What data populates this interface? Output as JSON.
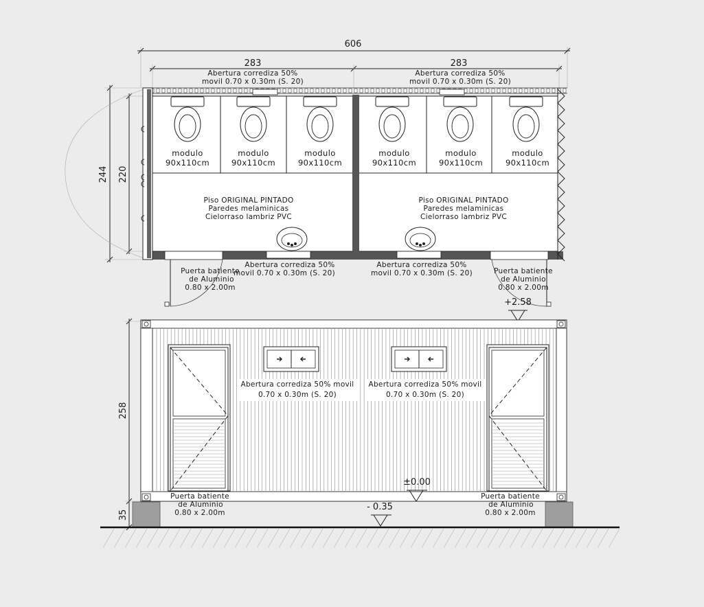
{
  "dims": {
    "total_width": "606",
    "half_left": "283",
    "half_right": "283",
    "outer_depth": "244",
    "inner_depth": "220",
    "elev_height": "258",
    "base_height": "35"
  },
  "plan": {
    "top_window_left": [
      "Abertura corrediza 50%",
      "movil 0.70 x 0.30m (S. 20)"
    ],
    "top_window_right": [
      "Abertura corrediza 50%",
      "movil 0.70 x 0.30m (S. 20)"
    ],
    "bottom_window_left": [
      "Abertura corrediza 50%",
      "movil 0.70 x 0.30m (S. 20)"
    ],
    "bottom_window_right": [
      "Abertura corrediza 50%",
      "movil 0.70 x 0.30m (S. 20)"
    ],
    "modules": [
      [
        "modulo",
        "90x110cm"
      ],
      [
        "modulo",
        "90x110cm"
      ],
      [
        "modulo",
        "90x110cm"
      ],
      [
        "modulo",
        "90x110cm"
      ],
      [
        "modulo",
        "90x110cm"
      ],
      [
        "modulo",
        "90x110cm"
      ]
    ],
    "floor_note_left": [
      "Piso ORIGINAL PINTADO",
      "Paredes melaminicas",
      "Cielorraso lambriz PVC"
    ],
    "floor_note_right": [
      "Piso ORIGINAL PINTADO",
      "Paredes melaminicas",
      "Cielorraso lambriz PVC"
    ],
    "door_left": [
      "Puerta batiente",
      "de Aluminio",
      "0.80 x 2.00m"
    ],
    "door_right": [
      "Puerta batiente",
      "de Aluminio",
      "0.80 x 2.00m"
    ]
  },
  "elevation": {
    "level_top": "+2.58",
    "level_zero": "±0.00",
    "level_ground": "- 0.35",
    "window_left": [
      "Abertura corrediza 50% movil",
      "0.70 x 0.30m (S. 20)"
    ],
    "window_right": [
      "Abertura corrediza 50% movil",
      "0.70 x 0.30m (S. 20)"
    ],
    "door_left": [
      "Puerta batiente",
      "de Aluminio",
      "0.80 x 2.00m"
    ],
    "door_right": [
      "Puerta batiente",
      "de Aluminio",
      "0.80 x 2.00m"
    ]
  }
}
